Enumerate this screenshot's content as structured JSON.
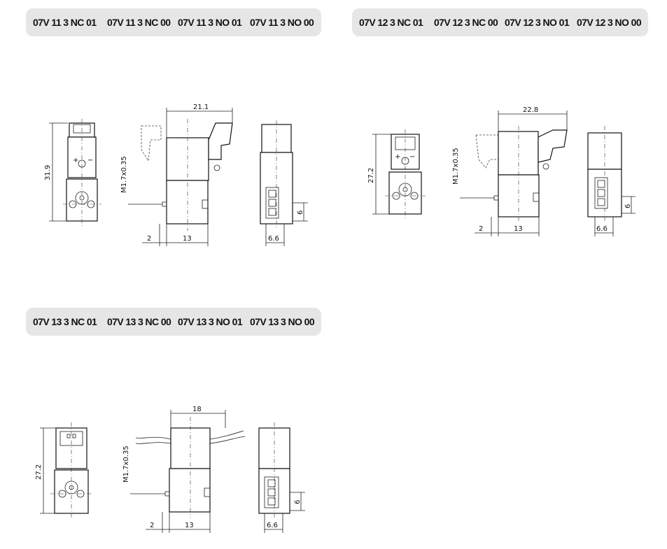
{
  "headers": [
    {
      "codes": [
        "07V 11 3 NC 01",
        "07V 11 3 NC 00",
        "07V 11 3 NO 01",
        "07V 11 3 NO 00"
      ]
    },
    {
      "codes": [
        "07V 12 3 NC 01",
        "07V 12 3 NC 00",
        "07V 12 3 NO 01",
        "07V 12 3 NO 00"
      ]
    },
    {
      "codes": [
        "07V 13 3 NC 01",
        "07V 13 3 NC 00",
        "07V 13 3 NO 01",
        "07V 13 3 NO 00"
      ]
    }
  ],
  "drawings": [
    {
      "height": "31.9",
      "thread": "M1.7x0.35",
      "width": "21.1",
      "offset": "2",
      "body": "13",
      "pin_width": "6.6",
      "pin_height": "6",
      "plus": "+",
      "minus": "−"
    },
    {
      "height": "27.2",
      "thread": "M1.7x0.35",
      "width": "22.8",
      "offset": "2",
      "body": "13",
      "pin_width": "6.6",
      "pin_height": "6",
      "plus": "+",
      "minus": "−"
    },
    {
      "height": "27.2",
      "thread": "M1.7x0.35",
      "width": "18",
      "offset": "2",
      "body": "13",
      "pin_width": "6.6",
      "pin_height": "6"
    }
  ]
}
